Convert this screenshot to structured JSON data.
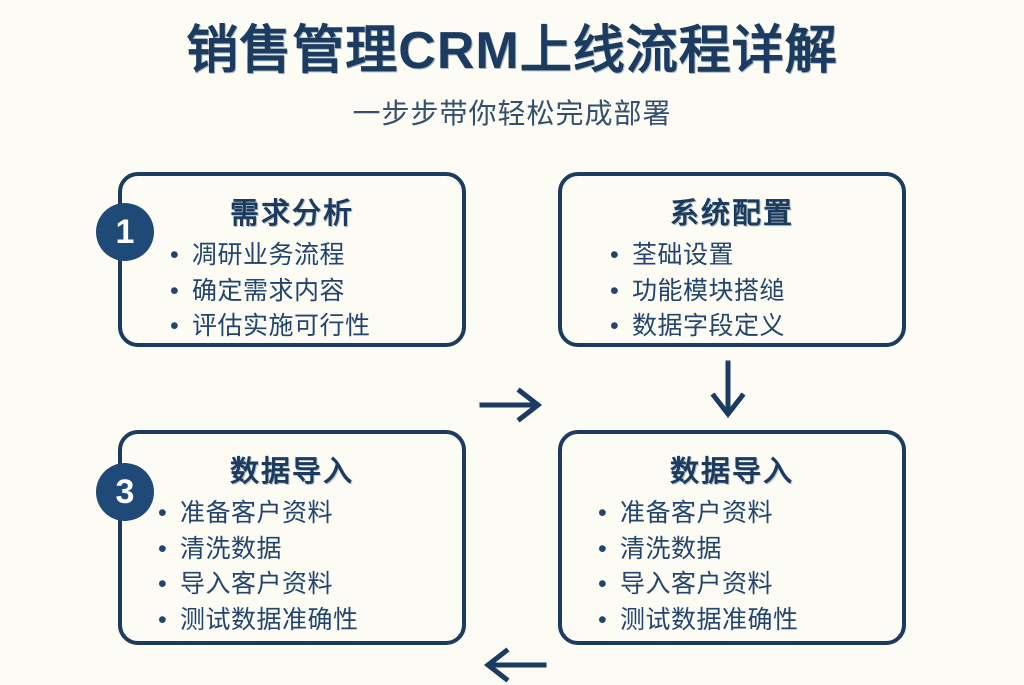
{
  "header": {
    "title": "销售管理CRM上线流程详解",
    "subtitle": "一步步带你轻松完成部署"
  },
  "colors": {
    "background": "#fcfbf4",
    "accent": "#1b3c60",
    "badge_fill": "#1f4a78",
    "badge_text": "#ffffff",
    "body_text": "#23456d"
  },
  "flow": {
    "nodes": [
      {
        "badge": "1",
        "title": "需求分析",
        "items": [
          "凋研业务流程",
          "确定需求内容",
          "评估实施可行性"
        ]
      },
      {
        "badge": "",
        "title": "系统配置",
        "items": [
          "荃础设置",
          "功能模块搭缒",
          "数据字段定义"
        ]
      },
      {
        "badge": "3",
        "title": "数据导入",
        "items": [
          "准备客户资料",
          "清洗数据",
          "导入客户资料",
          "测试数据准确性"
        ]
      },
      {
        "badge": "",
        "title": "数据导入",
        "items": [
          "准备客户资料",
          "清洗数据",
          "导入客户资料",
          "测试数据准确性"
        ]
      }
    ],
    "bullet_glyph": "•",
    "arrows": [
      {
        "name": "arrow-right-icon",
        "direction": "right",
        "from": "需求分析",
        "to": "系统配置"
      },
      {
        "name": "arrow-down-icon",
        "direction": "down",
        "from": "系统配置",
        "to": "数据导入"
      },
      {
        "name": "arrow-left-icon",
        "direction": "left",
        "from": "数据导入",
        "to": "数据导入"
      }
    ]
  }
}
